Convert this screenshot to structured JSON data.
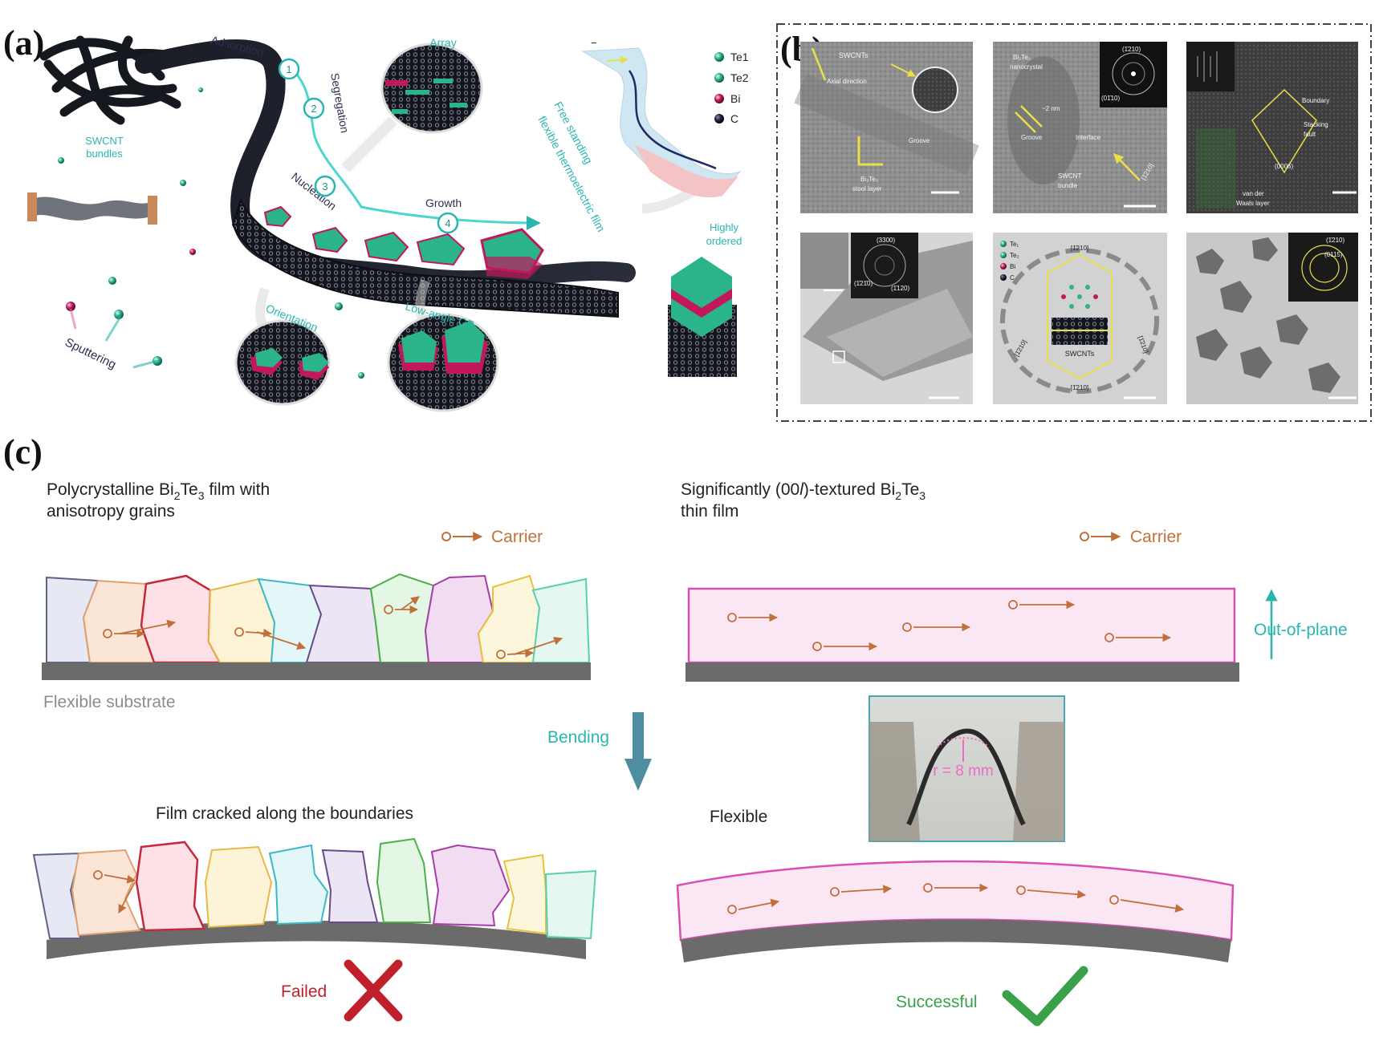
{
  "panels": {
    "a": {
      "label": "(a)",
      "steps": {
        "adsorption": "Adsorption",
        "segregation": "Segregation",
        "nucleation": "Nucleation",
        "growth": "Growth",
        "n1": "1",
        "n2": "2",
        "n3": "3",
        "n4": "4"
      },
      "callouts": {
        "array": "Array",
        "orientation": "Orientation",
        "low_angle_gb": "Low-angle GB",
        "highly": "Highly",
        "ordered": "ordered",
        "swcnt1": "SWCNT",
        "swcnt2": "bundles",
        "sputtering": "Sputtering",
        "free1": "Free standing",
        "free2": "flexible thermoelectric film"
      },
      "legend": [
        {
          "label": "Te1",
          "color": "#2bb38a"
        },
        {
          "label": "Te2",
          "color": "#2a8f6a"
        },
        {
          "label": "Bi",
          "color": "#c2185b"
        },
        {
          "label": "C",
          "color": "#1f2336"
        }
      ]
    },
    "b": {
      "label": "(b)",
      "img1": {
        "swcnts": "SWCNTs",
        "axial": "Axial direction",
        "groove": "Groove",
        "stool1": "Bi₂Te₃",
        "stool2": "stool layer"
      },
      "img2": {
        "nano1": "Bi₂Te₃",
        "nano2": "nanocrystal",
        "dist": "~2 nm",
        "groove": "Groove",
        "interface": "Interface",
        "bundle1": "SWCNT",
        "bundle2": "bundle",
        "dir": "[1̄210]",
        "fft1": "(1̄210)",
        "fft2": "(01̄10)"
      },
      "img3": {
        "boundary": "Boundary",
        "stacking1": "Stacking",
        "stacking2": "fault",
        "vdw1": "van der",
        "vdw2": "Waals layer",
        "lat": "(0006)"
      },
      "img4": {
        "fft1": "(3300)",
        "fft2": "(1̄21̄0)",
        "fft3": "(1̄120)"
      },
      "img5": {
        "te1": "Te₁",
        "te2": "Te₂",
        "bi": "Bi",
        "c": "C",
        "swcnts": "SWCNTs",
        "d1": "[1̄210]",
        "d2": "[1̄210]",
        "d3": "[1̄210]",
        "d4": "[1̄210]"
      },
      "img6": {
        "fft1": "(1̄210)",
        "fft2": "(0115)"
      }
    },
    "c": {
      "label": "(c)",
      "left_title_1": "Polycrystalline Bi",
      "left_sub_2": "2",
      "left_te": "Te",
      "left_sub_3": "3",
      "left_title_tail": " film with",
      "left_title_2": "anisotropy grains",
      "right_title_1": "Significantly (00",
      "right_title_l": "l",
      "right_title_mid": ")-textured Bi",
      "right_sub_2": "2",
      "right_te": "Te",
      "right_sub_3": "3",
      "right_title_2": "thin film",
      "carrier": "Carrier",
      "flexible_substrate": "Flexible substrate",
      "out_of_plane": "Out-of-plane",
      "bending": "Bending",
      "cracked": "Film cracked along the boundaries",
      "flexible": "Flexible",
      "radius": "r = 8 mm",
      "failed": "Failed",
      "successful": "Successful"
    }
  },
  "colors": {
    "teal": "#2bb5b0",
    "orange": "#c0703a",
    "gray": "#6b6b6b",
    "pink_film": "#fbe6f4",
    "pink_border": "#d94fb4",
    "failed": "#c0202c",
    "success": "#3aa14a",
    "bend_arrow": "#4f8ea0"
  }
}
